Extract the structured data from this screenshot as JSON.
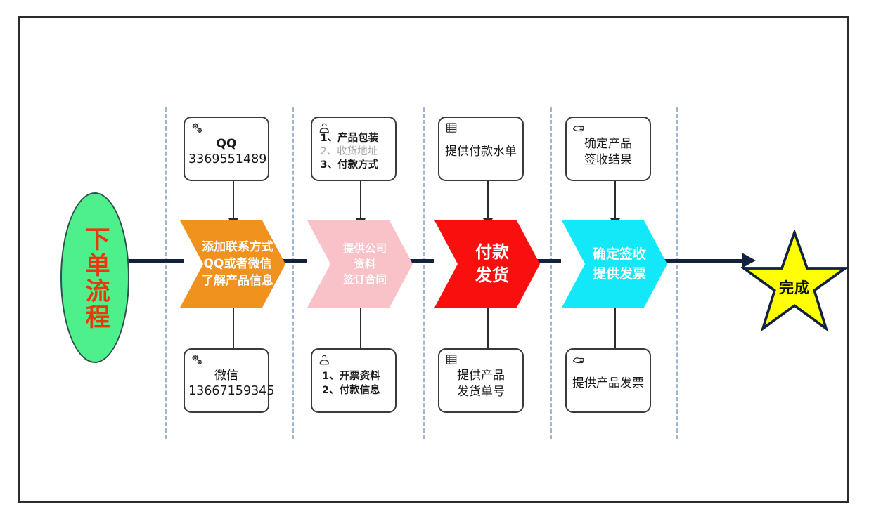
{
  "diagram": {
    "title": "下单流程",
    "start": {
      "label": "下单流程",
      "shape": "ellipse",
      "fill": "#4df08a",
      "text_color": "#e8380d"
    },
    "end": {
      "label": "完成",
      "shape": "star",
      "fill": "#ffff00",
      "text_color": "#111111"
    },
    "colors": {
      "connector": "#11213f",
      "divider": "#9fb6cd",
      "frame": "#2b2b2b",
      "note_border": "#3a3a3a",
      "stage_1": "#f0921e",
      "stage_2": "#f9c2c9",
      "stage_3": "#fa0f0f",
      "stage_4": "#12e8f7"
    },
    "stages": [
      {
        "id": "stage-1",
        "fill": "#f0921e",
        "lines": [
          "添加联系方式",
          "QQ或者微信",
          "了解产品信息"
        ],
        "top_note": {
          "icon": "gears-icon",
          "lines": [
            {
              "text": "QQ",
              "style": "bold"
            },
            {
              "text": "3369551489",
              "style": "number"
            }
          ]
        },
        "bottom_note": {
          "icon": "gears-icon",
          "lines": [
            {
              "text": "微信",
              "style": "big"
            },
            {
              "text": "13667159345",
              "style": "number"
            }
          ]
        }
      },
      {
        "id": "stage-2",
        "fill": "#f9c2c9",
        "lines": [
          "提供公司",
          "资料",
          "签订合同"
        ],
        "top_note": {
          "icon": "person-icon",
          "lines": [
            {
              "text": "1、产品包装",
              "style": "bold"
            },
            {
              "text": "2、收货地址",
              "style": "gray"
            },
            {
              "text": "3、付款方式",
              "style": "bold"
            }
          ]
        },
        "bottom_note": {
          "icon": "person-icon",
          "lines": [
            {
              "text": "1、开票资料",
              "style": "bold"
            },
            {
              "text": "2、付款信息",
              "style": "bold"
            }
          ]
        }
      },
      {
        "id": "stage-3",
        "fill": "#fa0f0f",
        "lines": [
          "付款",
          "发货"
        ],
        "top_note": {
          "icon": "document-list-icon",
          "lines": [
            {
              "text": "提供付款水单",
              "style": "normal"
            }
          ]
        },
        "bottom_note": {
          "icon": "document-list-icon",
          "lines": [
            {
              "text": "提供产品",
              "style": "normal"
            },
            {
              "text": "发货单号",
              "style": "normal"
            }
          ]
        }
      },
      {
        "id": "stage-4",
        "fill": "#12e8f7",
        "lines": [
          "确定签收",
          "提供发票"
        ],
        "top_note": {
          "icon": "pointing-hand-icon",
          "lines": [
            {
              "text": "确定产品",
              "style": "normal"
            },
            {
              "text": "签收结果",
              "style": "normal"
            }
          ]
        },
        "bottom_note": {
          "icon": "pointing-hand-icon",
          "lines": [
            {
              "text": "提供产品发票",
              "style": "normal"
            }
          ]
        }
      }
    ]
  }
}
